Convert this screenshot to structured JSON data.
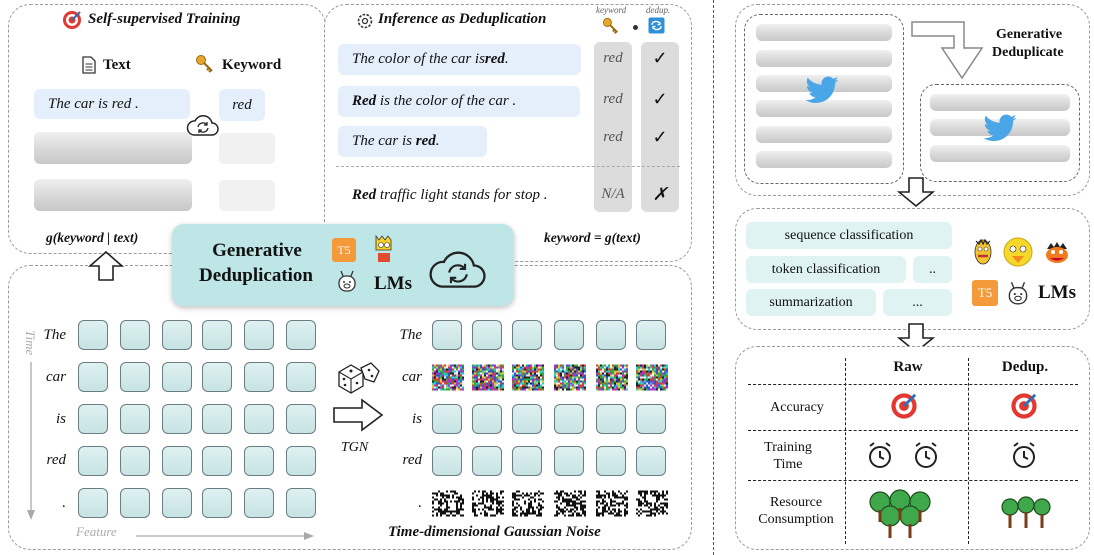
{
  "training": {
    "title": "Self-supervised Training",
    "text_header": "Text",
    "keyword_header": "Keyword",
    "sentence": "The car is red .",
    "keyword": "red",
    "formula": "g(keyword | text)"
  },
  "inference": {
    "title": "Inference as Deduplication",
    "keyword_col": "keyword",
    "dedup_col": "dedup.",
    "rows": [
      {
        "pre": "The color of the car is ",
        "bold": "red",
        "post": " .",
        "keyword": "red",
        "mark": "✓"
      },
      {
        "pre": "",
        "bold": "Red",
        "post": " is the color of the car .",
        "keyword": "red",
        "mark": "✓"
      },
      {
        "pre": "The car is ",
        "bold": "red",
        "post": " .",
        "keyword": "red",
        "mark": "✓"
      },
      {
        "pre": "",
        "bold": "Red",
        "post": " traffic light stands for stop .",
        "keyword": "N/A",
        "mark": "✗"
      }
    ],
    "formula": "keyword = g(text)"
  },
  "center_box": {
    "line1": "Generative",
    "line2": "Deduplication",
    "t5": "T5",
    "lms": "LMs"
  },
  "noise": {
    "time_label": "Time",
    "feature_label": "Feature",
    "tokens": [
      "The",
      "car",
      "is",
      "red",
      "."
    ],
    "operator": "TGN",
    "caption": "Time-dimensional Gaussian Noise"
  },
  "right_top": {
    "title_line1": "Generative",
    "title_line2": "Deduplicate"
  },
  "tasks": {
    "chips": [
      "sequence classification",
      "token classification",
      "..",
      "summarization",
      "..."
    ],
    "t5": "T5",
    "lms": "LMs"
  },
  "table": {
    "col_raw": "Raw",
    "col_dedup": "Dedup.",
    "rows": [
      "Accuracy",
      "Training Time",
      "Resource Consumption"
    ]
  },
  "colors": {
    "cell_fill": "#c7e3e3",
    "sentence_fill": "#e4effb",
    "center_fill": "#bfe6e6",
    "t5_orange": "#f59a3a",
    "twitter_blue": "#4aa6e6"
  }
}
